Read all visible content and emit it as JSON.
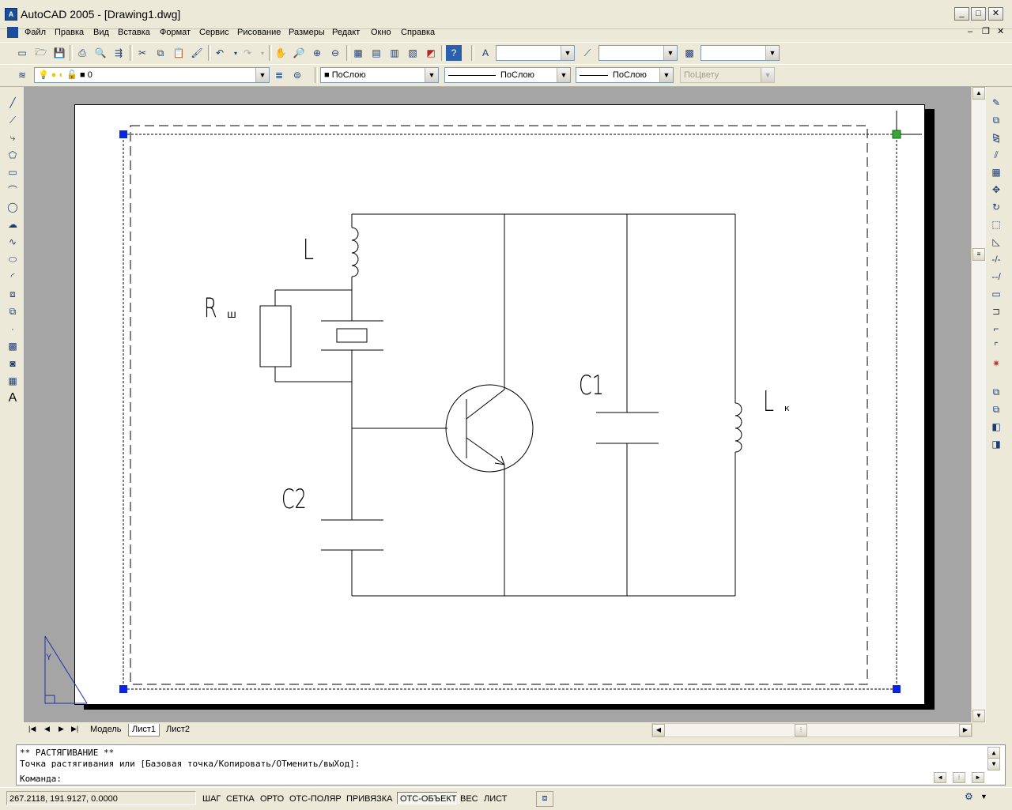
{
  "window": {
    "title": "AutoCAD 2005 - [Drawing1.dwg]"
  },
  "menu": [
    "Файл",
    "Правка",
    "Вид",
    "Вставка",
    "Формат",
    "Сервис",
    "Рисование",
    "Размеры",
    "Редакт",
    "Окно",
    "Справка"
  ],
  "layers": {
    "current_layer": "0",
    "color": "ПоСлою",
    "linetype": "ПоСлою",
    "lineweight": "ПоСлою",
    "plotstyle": "ПоЦвету"
  },
  "drawing": {
    "labels": {
      "L": "L",
      "R": "R",
      "R_sub": "ш",
      "C1": "C1",
      "C2": "C2",
      "Lk": "L",
      "Lk_sub": "к"
    },
    "ucs": {
      "y_label": "Y"
    }
  },
  "tabs": [
    "Модель",
    "Лист1",
    "Лист2"
  ],
  "active_tab": "Лист1",
  "command_line": {
    "lines": [
      "** РАСТЯГИВАНИЕ **",
      "Точка растягивания или [Базовая точка/Копировать/ОТменить/выХод]:"
    ],
    "prompt": "Команда:"
  },
  "status": {
    "coordinates": "267.2118, 191.9127, 0.0000",
    "buttons": [
      {
        "label": "ШАГ",
        "on": false
      },
      {
        "label": "СЕТКА",
        "on": false
      },
      {
        "label": "ОРТО",
        "on": false
      },
      {
        "label": "ОТС-ПОЛЯР",
        "on": false
      },
      {
        "label": "ПРИВЯЗКА",
        "on": false
      },
      {
        "label": "ОТС-ОБЪЕКТ",
        "on": true
      },
      {
        "label": "ВЕС",
        "on": false
      },
      {
        "label": "ЛИСТ",
        "on": false
      }
    ]
  },
  "colors": {
    "accent": "#1d3c74",
    "grip_selected": "#3aa53a",
    "grip": "#0a24e6"
  }
}
